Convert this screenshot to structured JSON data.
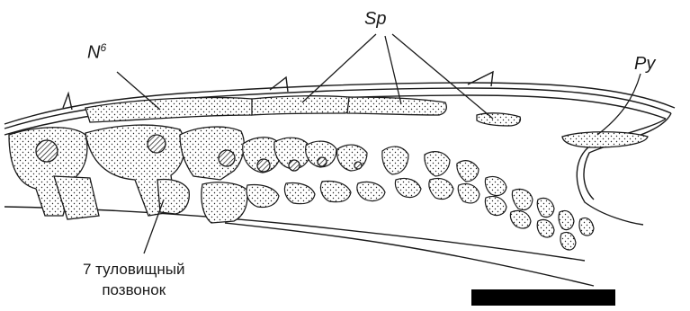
{
  "labels": {
    "nerve_main": "N",
    "nerve_sup": "6",
    "spines": "Sp",
    "pygostyle": "Py",
    "vertebra_line1": "7 туловищный",
    "vertebra_line2": "позвонок"
  },
  "colors": {
    "ink": "#1a1a1a",
    "paper": "#ffffff",
    "scale_bar": "#000000"
  }
}
